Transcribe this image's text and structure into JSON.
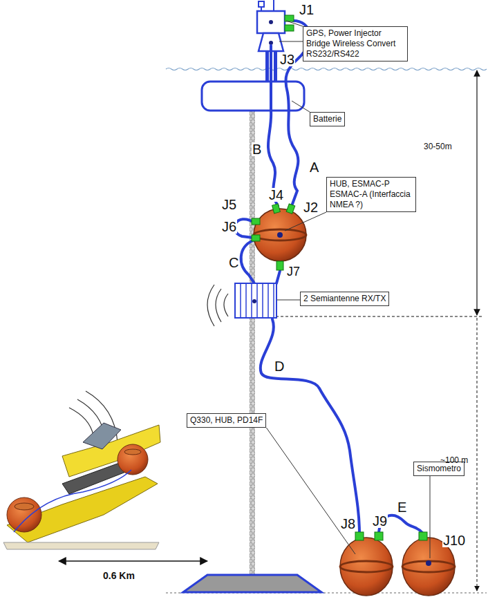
{
  "diagram": {
    "nodes": [
      {
        "text": [
          "GPS, Power Injector Bridge Wireless Convert RS232/RS422"
        ]
      },
      {
        "text": [
          "Batterie"
        ]
      },
      {
        "text": [
          "HUB, ESMAC-P ESMAC-A (Interfaccia NMEA ?)"
        ]
      },
      {
        "text": [
          "2 Semiantenne RX/TX"
        ]
      },
      {
        "text": [
          "Q330, HUB, PD14F"
        ]
      },
      {
        "text": [
          "Sismometro"
        ]
      }
    ],
    "labels": [
      "J1",
      "J3",
      "B",
      "A",
      "J4",
      "J2",
      "J5",
      "J6",
      "C",
      "J7",
      "D",
      "E",
      "J8",
      "J9",
      "J10",
      "30-50m",
      "~100 m",
      "0.6 Km"
    ]
  }
}
